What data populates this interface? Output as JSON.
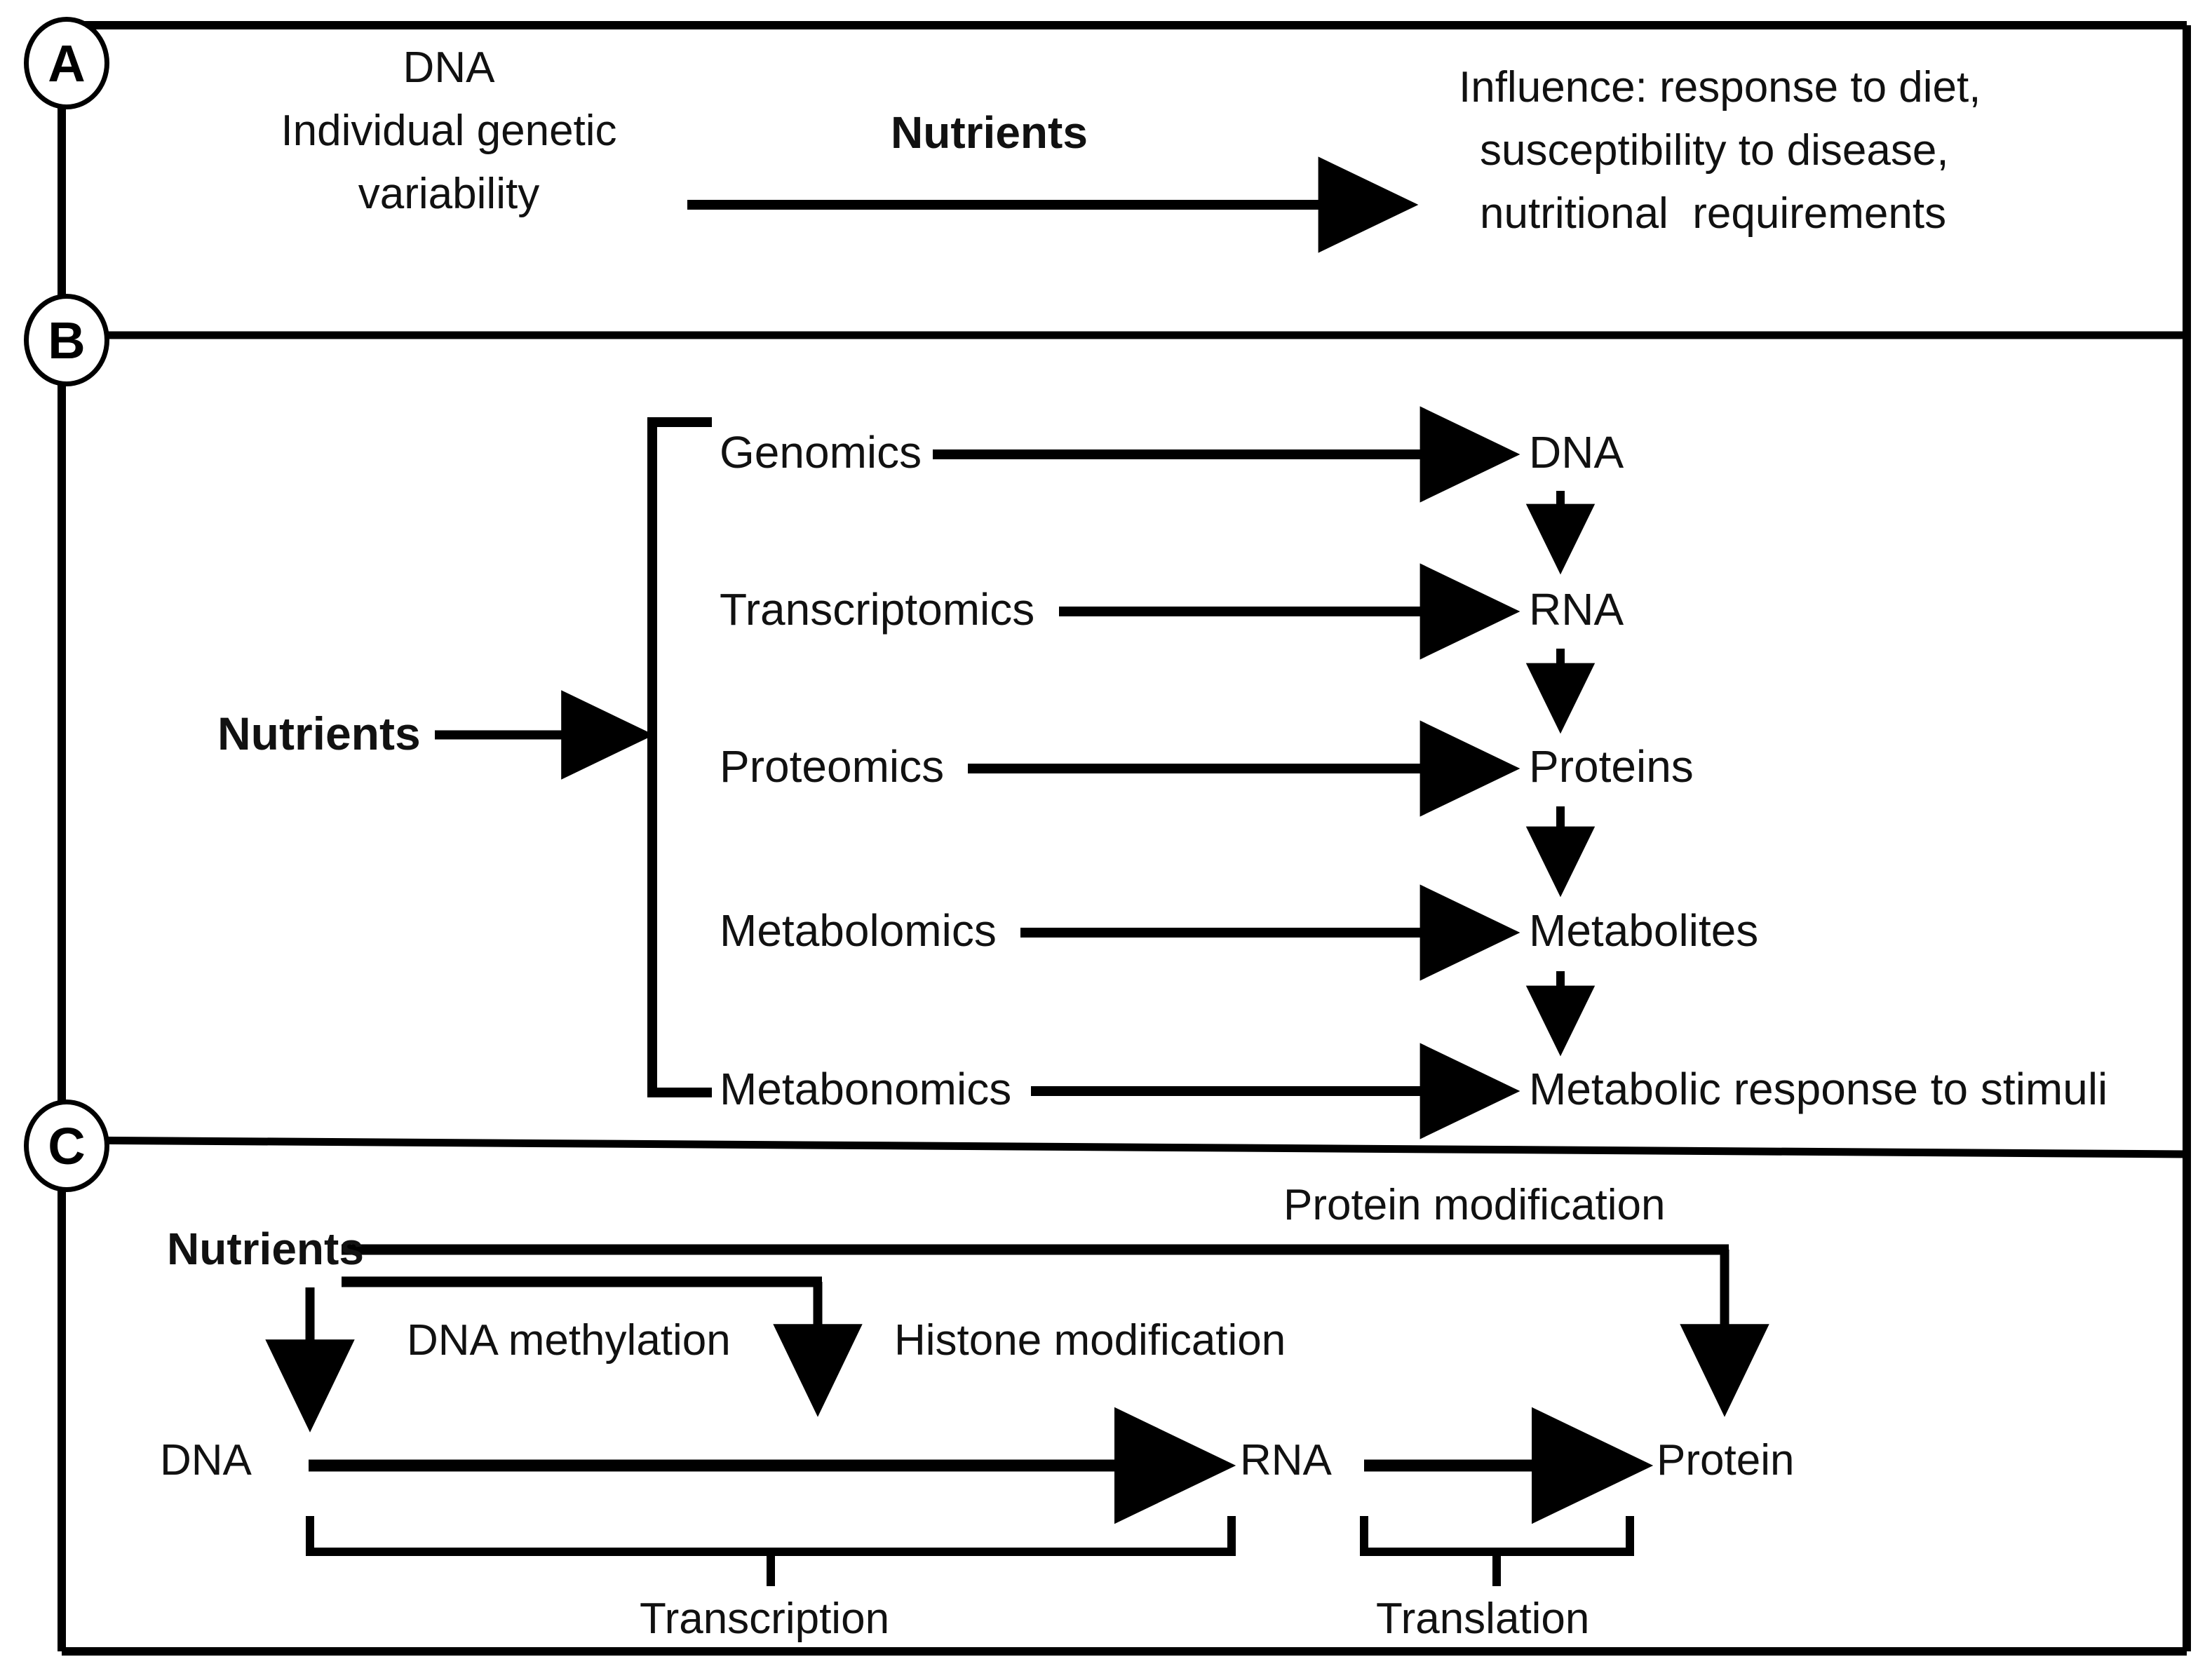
{
  "figure": {
    "title": "Nutrigenomics and nutrigenetics overview",
    "panels": [
      "A",
      "B",
      "C"
    ],
    "line_color": "#000000",
    "background_color": "#ffffff"
  },
  "panel_a": {
    "badge": "A",
    "source_line1": "DNA",
    "source_line2": "Individual genetic",
    "source_line3": "variability",
    "arrow_label": "Nutrients",
    "outcome_line1": "Influence: response to diet,",
    "outcome_line2": "susceptibility to disease,",
    "outcome_line3": "nutritional  requirements"
  },
  "panel_b": {
    "badge": "B",
    "input_label": "Nutrients",
    "omics": [
      "Genomics",
      "Transcriptomics",
      "Proteomics",
      "Metabolomics",
      "Metabonomics"
    ],
    "targets": [
      "DNA",
      "RNA",
      "Proteins",
      "Metabolites",
      "Metabolic response to stimuli"
    ]
  },
  "panel_c": {
    "badge": "C",
    "input_label": "Nutrients",
    "nodes": {
      "dna": "DNA",
      "rna": "RNA",
      "protein": "Protein"
    },
    "mechanisms": {
      "dna_methylation": "DNA methylation",
      "histone_modification": "Histone modification",
      "protein_modification": "Protein modification"
    },
    "processes": {
      "transcription": "Transcription",
      "translation": "Translation"
    }
  }
}
